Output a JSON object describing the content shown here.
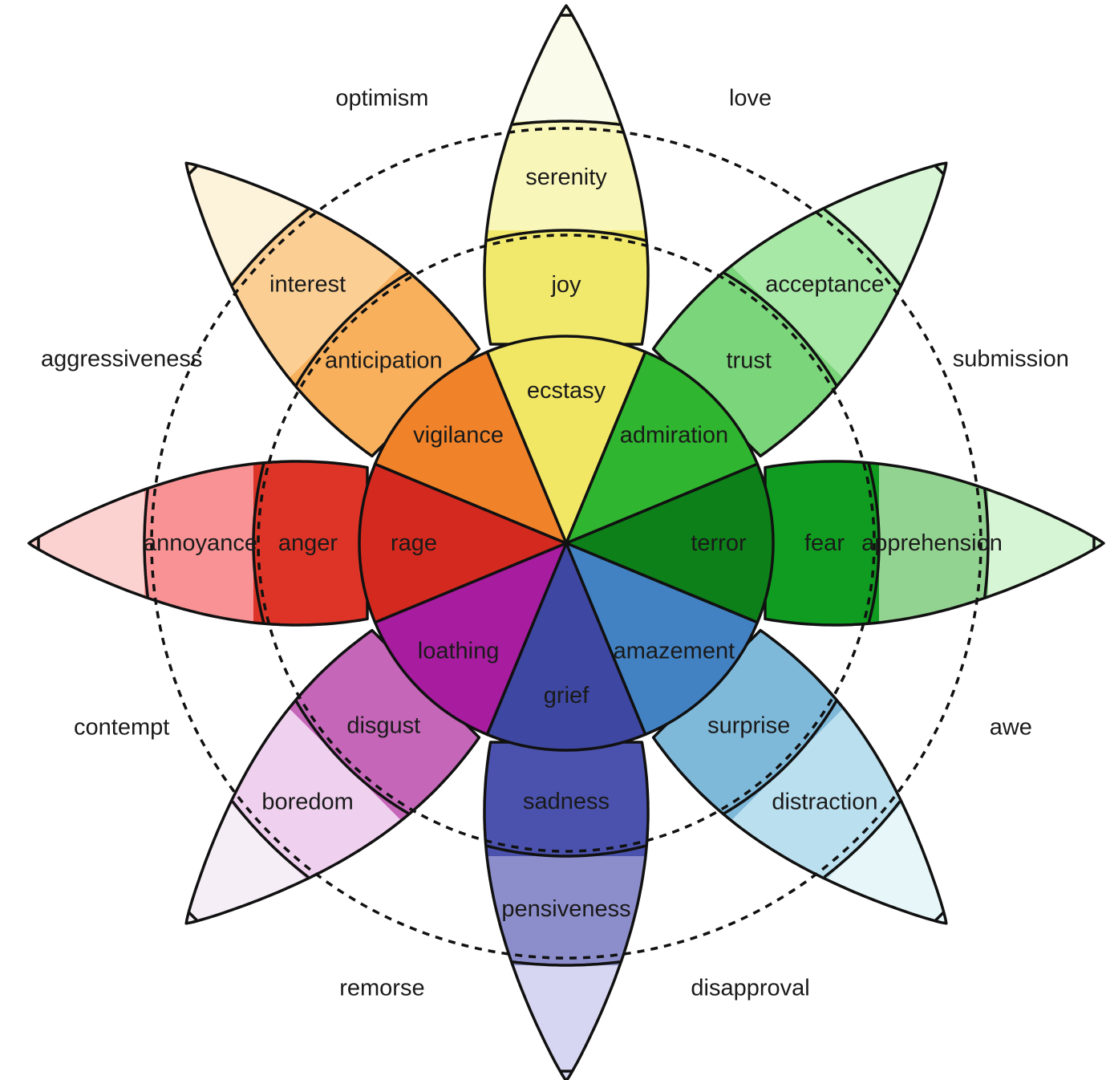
{
  "petals": [
    {
      "inner": "ecstasy",
      "middle": "joy",
      "outer": "serenity",
      "colors": [
        "#f1e765",
        "#f1e96b",
        "#f9f6b9",
        "#fbfbeb"
      ]
    },
    {
      "inner": "admiration",
      "middle": "trust",
      "outer": "acceptance",
      "colors": [
        "#2fb52f",
        "#7bd57a",
        "#a7e8a6",
        "#d8f6d6"
      ]
    },
    {
      "inner": "terror",
      "middle": "fear",
      "outer": "apprehension",
      "colors": [
        "#0d8019",
        "#0f9c20",
        "#93d391",
        "#d6f5d4"
      ]
    },
    {
      "inner": "amazement",
      "middle": "surprise",
      "outer": "distraction",
      "colors": [
        "#4282c3",
        "#7fb9da",
        "#badfef",
        "#e6f6f9"
      ]
    },
    {
      "inner": "grief",
      "middle": "sadness",
      "outer": "pensiveness",
      "colors": [
        "#3e47a1",
        "#4a52ae",
        "#8c8dcb",
        "#d6d6f2"
      ]
    },
    {
      "inner": "loathing",
      "middle": "disgust",
      "outer": "boredom",
      "colors": [
        "#a81ca0",
        "#c566b9",
        "#efd0ef",
        "#f5eef7"
      ]
    },
    {
      "inner": "rage",
      "middle": "anger",
      "outer": "annoyance",
      "colors": [
        "#d3291e",
        "#dd3427",
        "#f89294",
        "#fcd2d1"
      ]
    },
    {
      "inner": "vigilance",
      "middle": "anticipation",
      "outer": "interest",
      "colors": [
        "#f0822a",
        "#f8b05d",
        "#fbcf94",
        "#fdf2da"
      ]
    }
  ],
  "dyads": [
    "love",
    "submission",
    "awe",
    "disapproval",
    "remorse",
    "contempt",
    "aggressiveness",
    "optimism"
  ]
}
